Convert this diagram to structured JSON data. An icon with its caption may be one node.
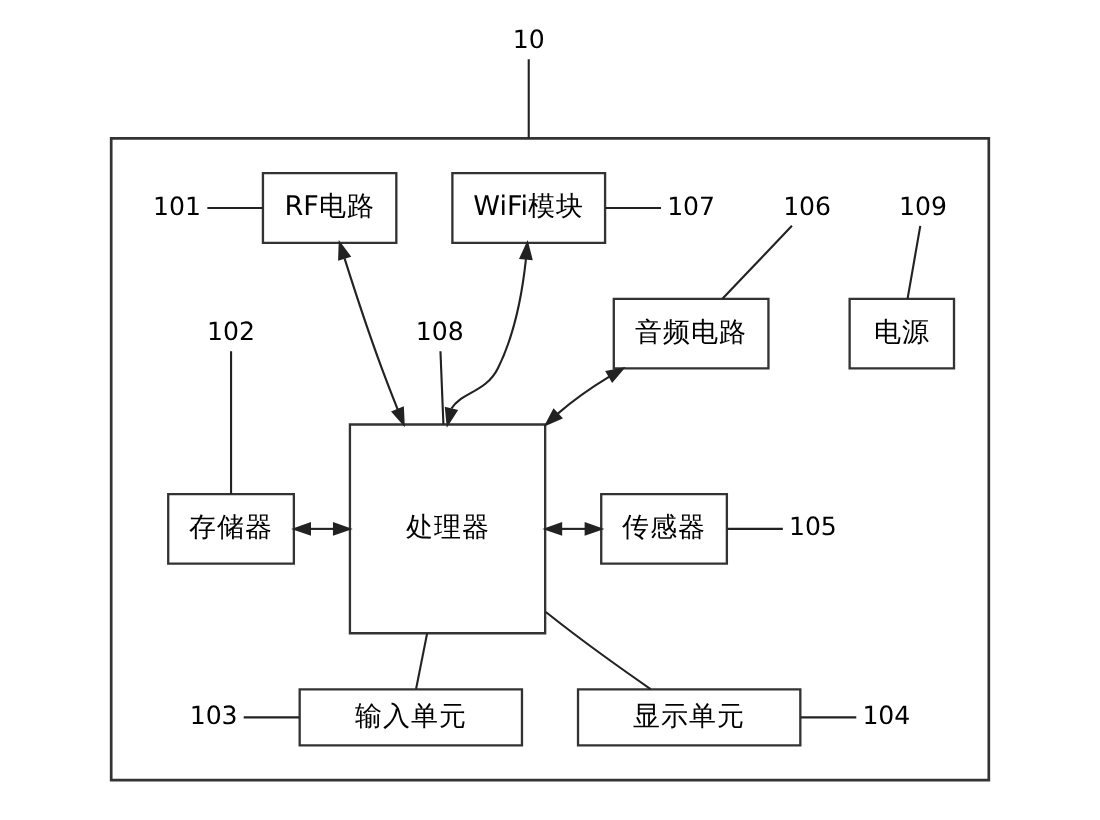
{
  "diagram": {
    "nodes": [
      {
        "text": [
          "10"
        ]
      },
      {
        "text": [],
        "shape": "box"
      },
      {
        "text": [
          "101"
        ],
        "in": 1
      },
      {
        "text": [
          "RF电路"
        ],
        "in": 1
      },
      {
        "text": [
          "WiFi模块"
        ],
        "in": 1
      },
      {
        "text": [
          "107"
        ],
        "in": 1
      },
      {
        "text": [
          "109"
        ],
        "in": 1
      },
      {
        "text": [
          "电源"
        ],
        "in": 1
      },
      {
        "text": [
          "108"
        ],
        "in": 1
      },
      {
        "text": [
          "处理器"
        ],
        "in": 1
      },
      {
        "text": [
          "106"
        ],
        "in": 1
      },
      {
        "text": [
          "音频电路"
        ],
        "in": 1
      },
      {
        "text": [
          "102"
        ],
        "in": 1
      },
      {
        "text": [
          "存储器"
        ],
        "in": 1
      },
      {
        "text": [
          "传感器"
        ],
        "in": 1
      },
      {
        "text": [
          "105"
        ],
        "in": 1
      },
      {
        "text": [
          "输入单元"
        ],
        "in": 1
      },
      {
        "text": [
          "103"
        ],
        "in": 1
      },
      {
        "text": [
          "显示单元"
        ],
        "in": 1
      },
      {
        "text": [
          "104"
        ],
        "in": 1
      }
    ],
    "edges": [
      {
        "from": 0,
        "to": 1,
        "arrow": "none"
      },
      {
        "from": 2,
        "to": 3,
        "arrow": "none"
      },
      {
        "from": 3,
        "to": 9,
        "arrow": "both"
      },
      {
        "from": 4,
        "to": 9,
        "arrow": "both"
      },
      {
        "from": 4,
        "to": 5,
        "arrow": "none"
      },
      {
        "from": 6,
        "to": 7,
        "arrow": "none"
      },
      {
        "from": 8,
        "to": 9,
        "arrow": "none"
      },
      {
        "from": 11,
        "to": 9,
        "arrow": "both"
      },
      {
        "from": 10,
        "to": 11,
        "arrow": "none"
      },
      {
        "from": 12,
        "to": 13,
        "arrow": "none"
      },
      {
        "from": 13,
        "to": 9,
        "arrow": "both"
      },
      {
        "from": 9,
        "to": 14,
        "arrow": "both"
      },
      {
        "from": 14,
        "to": 15,
        "arrow": "none"
      },
      {
        "from": 9,
        "to": 16,
        "arrow": "none"
      },
      {
        "from": 17,
        "to": 16,
        "arrow": "none"
      },
      {
        "from": 9,
        "to": 18,
        "arrow": "none"
      },
      {
        "from": 18,
        "to": 19,
        "arrow": "none"
      }
    ]
  }
}
